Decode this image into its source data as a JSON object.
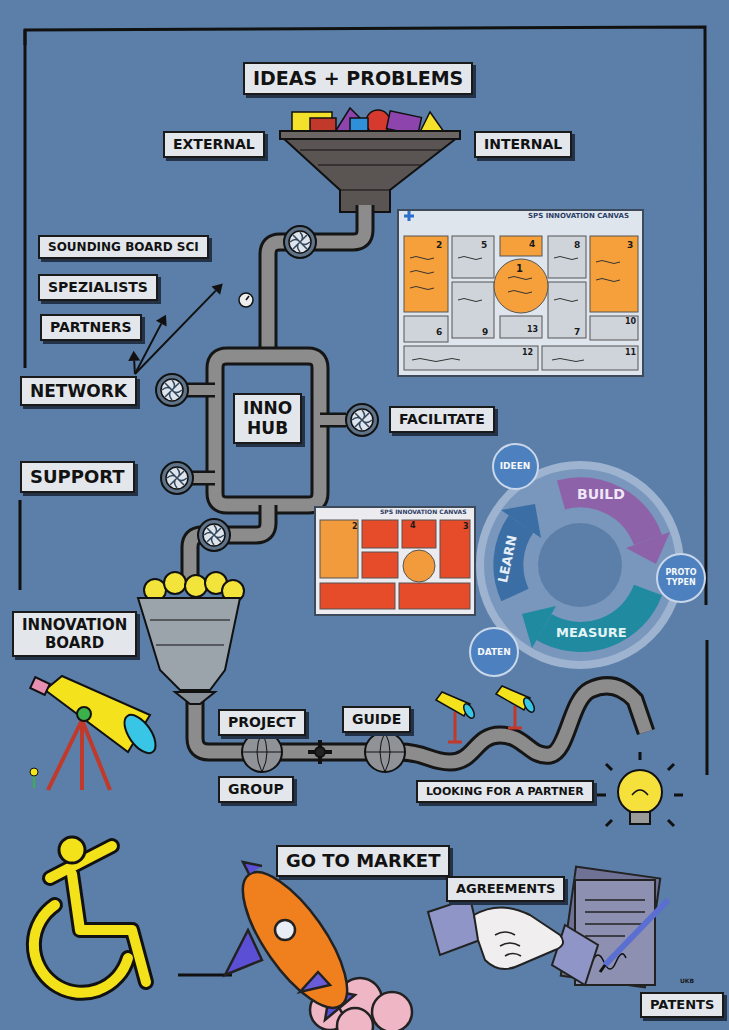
{
  "diagram": {
    "nodes": [
      {
        "text": [
          "IDEAS + PROBLEMS"
        ]
      },
      {
        "text": [
          "EXTERNAL"
        ]
      },
      {
        "text": [
          "INTERNAL"
        ]
      },
      {
        "text": [
          "SOUNDING BOARD SCI"
        ]
      },
      {
        "text": [
          "SPEZIALISTS"
        ]
      },
      {
        "text": [
          "PARTNERS"
        ]
      },
      {
        "text": [
          "NETWORK"
        ]
      },
      {
        "text": [
          "INNO HUB"
        ]
      },
      {
        "text": [
          "FACILITATE"
        ]
      },
      {
        "text": [
          "SUPPORT"
        ]
      },
      {
        "text": [
          "IDEEN"
        ]
      },
      {
        "text": [
          "PROTO TYPEN"
        ]
      },
      {
        "text": [
          "INNOVATION BOARD"
        ]
      },
      {
        "text": [
          "DATEN"
        ]
      },
      {
        "text": [
          "PROJECT"
        ]
      },
      {
        "text": [
          "GUIDE"
        ]
      },
      {
        "text": [
          "GROUP"
        ]
      },
      {
        "text": [
          "LOOKING FOR A PARTNER"
        ]
      },
      {
        "text": [
          "GO TO MARKET"
        ]
      },
      {
        "text": [
          "AGREEMENTS"
        ]
      },
      {
        "text": [
          "PATENTS"
        ]
      }
    ],
    "edges": [
      {
        "from": 6,
        "to": 5,
        "arrow": "to"
      },
      {
        "from": 6,
        "to": 4,
        "arrow": "to"
      },
      {
        "from": 6,
        "to": 3,
        "arrow": "to"
      }
    ],
    "labels": [
      "SPS INNOVATION CANVAS",
      "2",
      "5",
      "4",
      "8",
      "3",
      "1",
      "13",
      "10",
      "6",
      "9",
      "7",
      "12",
      "11",
      "SPS INNOVATION CANVAS",
      "2",
      "4",
      "3",
      "BUILD",
      "LEARN",
      "MEASURE",
      "UKB"
    ]
  }
}
